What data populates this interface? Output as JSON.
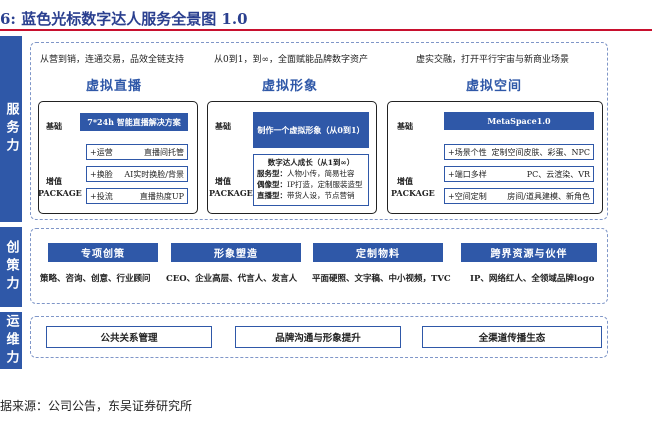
{
  "title": "6:  蓝色光标数字达人服务全景图 1.0",
  "sections": {
    "service": "服务力",
    "creative": "创策力",
    "operation": "运维力"
  },
  "service": {
    "top_labels": [
      "从营到销，连通交易，品效全链支持",
      "从0到1，到∞，全面赋能品牌数字资产",
      "虚实交融，打开平行宇宙与新商业场景"
    ],
    "columns": [
      {
        "title": "虚拟直播",
        "basic_label": "基础",
        "basic": "7*24h 智能直播解决方案",
        "value_label": "增值",
        "value_label2": "PACKAGE",
        "items": [
          {
            "left": "+运营",
            "right": "直播间托管"
          },
          {
            "left": "+换脸",
            "right": "AI实时换脸/背景"
          },
          {
            "left": "+投流",
            "right": "直播热度UP"
          }
        ]
      },
      {
        "title": "虚拟形象",
        "basic_label": "基础",
        "basic": "制作一个虚拟形象（从0到1）",
        "value_label": "增值",
        "value_label2": "PACKAGE",
        "detail": {
          "head": "数字达人成长（从1到∞）",
          "rows": [
            {
              "k": "服务型：",
              "v": "人物小传，简易社容"
            },
            {
              "k": "偶像型：",
              "v": "IP打造，定制服装造型"
            },
            {
              "k": "直播型：",
              "v": "带货人设，节点营销"
            }
          ]
        }
      },
      {
        "title": "虚拟空间",
        "basic_label": "基础",
        "basic": "MetaSpace1.0",
        "value_label": "增值",
        "value_label2": "PACKAGE",
        "items": [
          {
            "left": "+场景个性",
            "right": "定制空间皮肤、彩蛋、NPC"
          },
          {
            "left": "+端口多样",
            "right": "PC、云渲染、VR"
          },
          {
            "left": "+空间定制",
            "right": "房间/道具建模、新角色"
          }
        ]
      }
    ]
  },
  "creative": {
    "bars": [
      "专项创策",
      "形象塑造",
      "定制物料",
      "跨界资源与伙伴"
    ],
    "descs": [
      "策略、咨询、创意、行业顾问",
      "CEO、企业高层、代言人、发言人",
      "平面硬照、文字稿、中小视频，TVC",
      "IP、网络红人、全领域品牌logo"
    ]
  },
  "operation": {
    "items": [
      "公共关系管理",
      "品牌沟通与形象提升",
      "全渠道传播生态"
    ]
  },
  "source": "据来源：公司公告，东吴证券研究所"
}
